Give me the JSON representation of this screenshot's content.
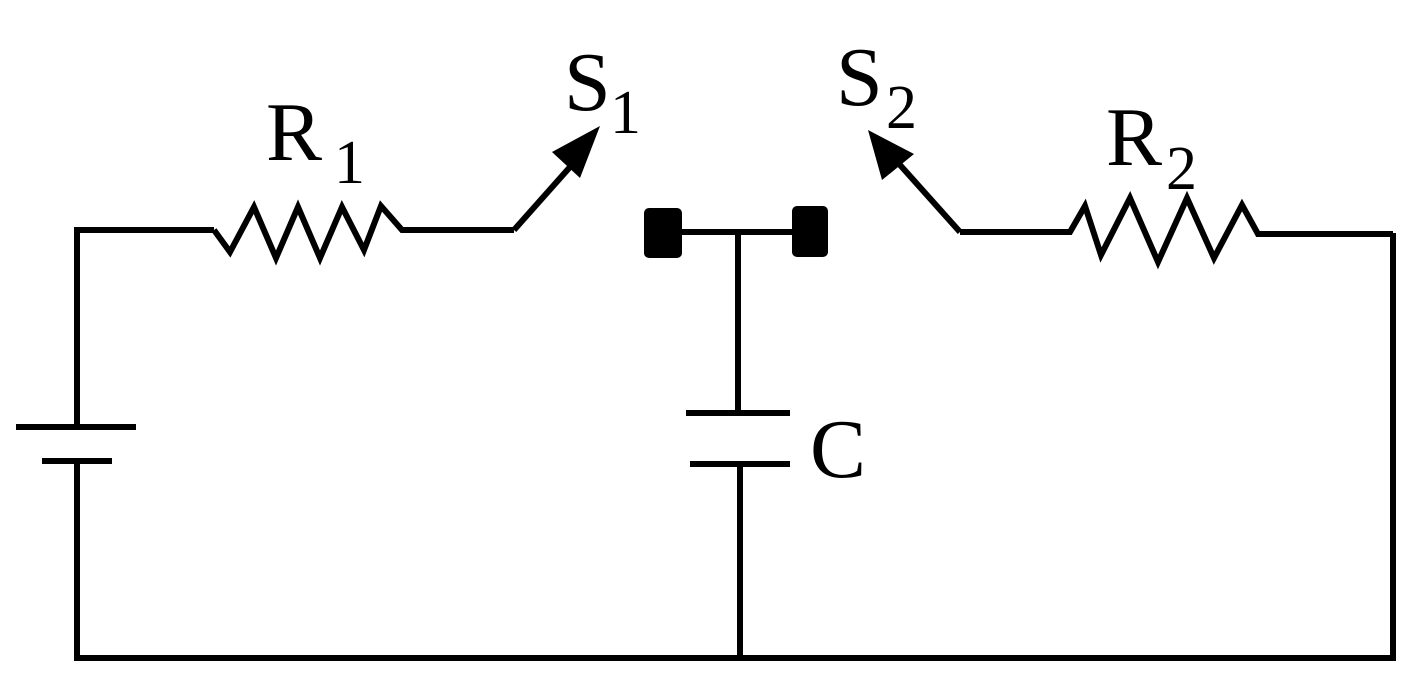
{
  "diagram": {
    "title": "RC circuit with two switches",
    "labels": {
      "r1": {
        "main": "R",
        "sub": "1"
      },
      "s1": {
        "main": "S",
        "sub": "1"
      },
      "s2": {
        "main": "S",
        "sub": "2"
      },
      "r2": {
        "main": "R",
        "sub": "2"
      },
      "c": "C"
    },
    "colors": {
      "line": "#000000",
      "background": "#ffffff"
    }
  }
}
